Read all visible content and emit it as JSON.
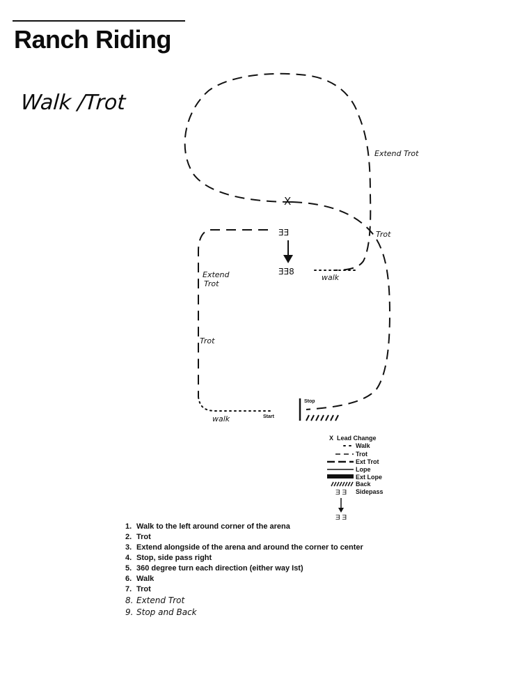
{
  "header": {
    "title": "Ranch Riding",
    "subtitle": "Walk /Trot"
  },
  "pattern_labels": {
    "extend_trot_right": "Extend Trot",
    "trot_right": "Trot",
    "walk_center": "walk",
    "extend_left": "Extend",
    "trot_left_under_extend": "Trot",
    "trot_left": "Trot",
    "walk_bottom": "walk",
    "start": "Start",
    "stop": "Stop",
    "lead_change_mark": "X"
  },
  "legend": {
    "items": [
      {
        "symbol": "X",
        "label": "Lead Change"
      },
      {
        "symbol": "walk-dots",
        "label": "Walk"
      },
      {
        "symbol": "trot-dash",
        "label": "Trot"
      },
      {
        "symbol": "ext-trot-dash",
        "label": "Ext Trot"
      },
      {
        "symbol": "lope-line",
        "label": "Lope"
      },
      {
        "symbol": "ext-lope-bar",
        "label": "Ext Lope"
      },
      {
        "symbol": "back-hatch",
        "label": "Back"
      },
      {
        "symbol": "sidepass-marks",
        "label": "Sidepass"
      }
    ]
  },
  "steps": [
    {
      "num": "1.",
      "text": "Walk to the left around corner of the arena",
      "handwritten": false
    },
    {
      "num": "2.",
      "text": "Trot",
      "handwritten": false
    },
    {
      "num": "3.",
      "text": "Extend alongside of the arena and around the corner to center",
      "handwritten": false
    },
    {
      "num": "4.",
      "text": "Stop, side pass right",
      "handwritten": false
    },
    {
      "num": "5.",
      "text": "360 degree turn each direction (either way Ist)",
      "handwritten": false
    },
    {
      "num": "6.",
      "text": "Walk",
      "handwritten": false
    },
    {
      "num": "7.",
      "text": "Trot",
      "handwritten": false
    },
    {
      "num": "8.",
      "text": "Extend Trot",
      "handwritten": true
    },
    {
      "num": "9.",
      "text": "Stop and Back",
      "handwritten": true
    }
  ],
  "colors": {
    "ink": "#111111",
    "paper": "#ffffff"
  }
}
